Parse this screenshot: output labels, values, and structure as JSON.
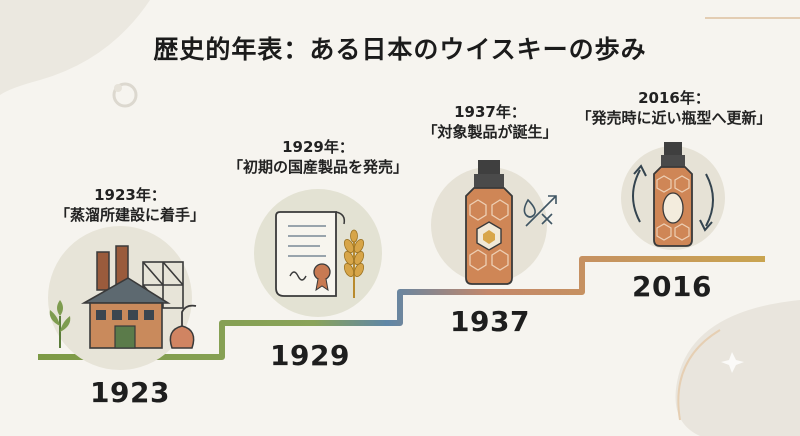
{
  "title": "歴史的年表：ある日本のウイスキーの歩み",
  "events": [
    {
      "year": "1923",
      "heading": "1923年：",
      "description": "「蒸溜所建設に着手」",
      "icon": "distillery-icon"
    },
    {
      "year": "1929",
      "heading": "1929年：",
      "description": "「初期の国産製品を発売」",
      "icon": "certificate-wheat-icon"
    },
    {
      "year": "1937",
      "heading": "1937年：",
      "description": "「対象製品が誕生」",
      "icon": "hexagon-bottle-icon"
    },
    {
      "year": "2016",
      "heading": "2016年：",
      "description": "「発売時に近い瓶型へ更新」",
      "icon": "bottle-cycle-icon"
    }
  ],
  "colors": {
    "background": "#f6f4ef",
    "step_start": "#7d9a46",
    "step_mid": "#5f86a6",
    "step_end": "#c08a4e",
    "bottle_amber": "#c8764a",
    "icon_outline": "#3a3a3a"
  }
}
